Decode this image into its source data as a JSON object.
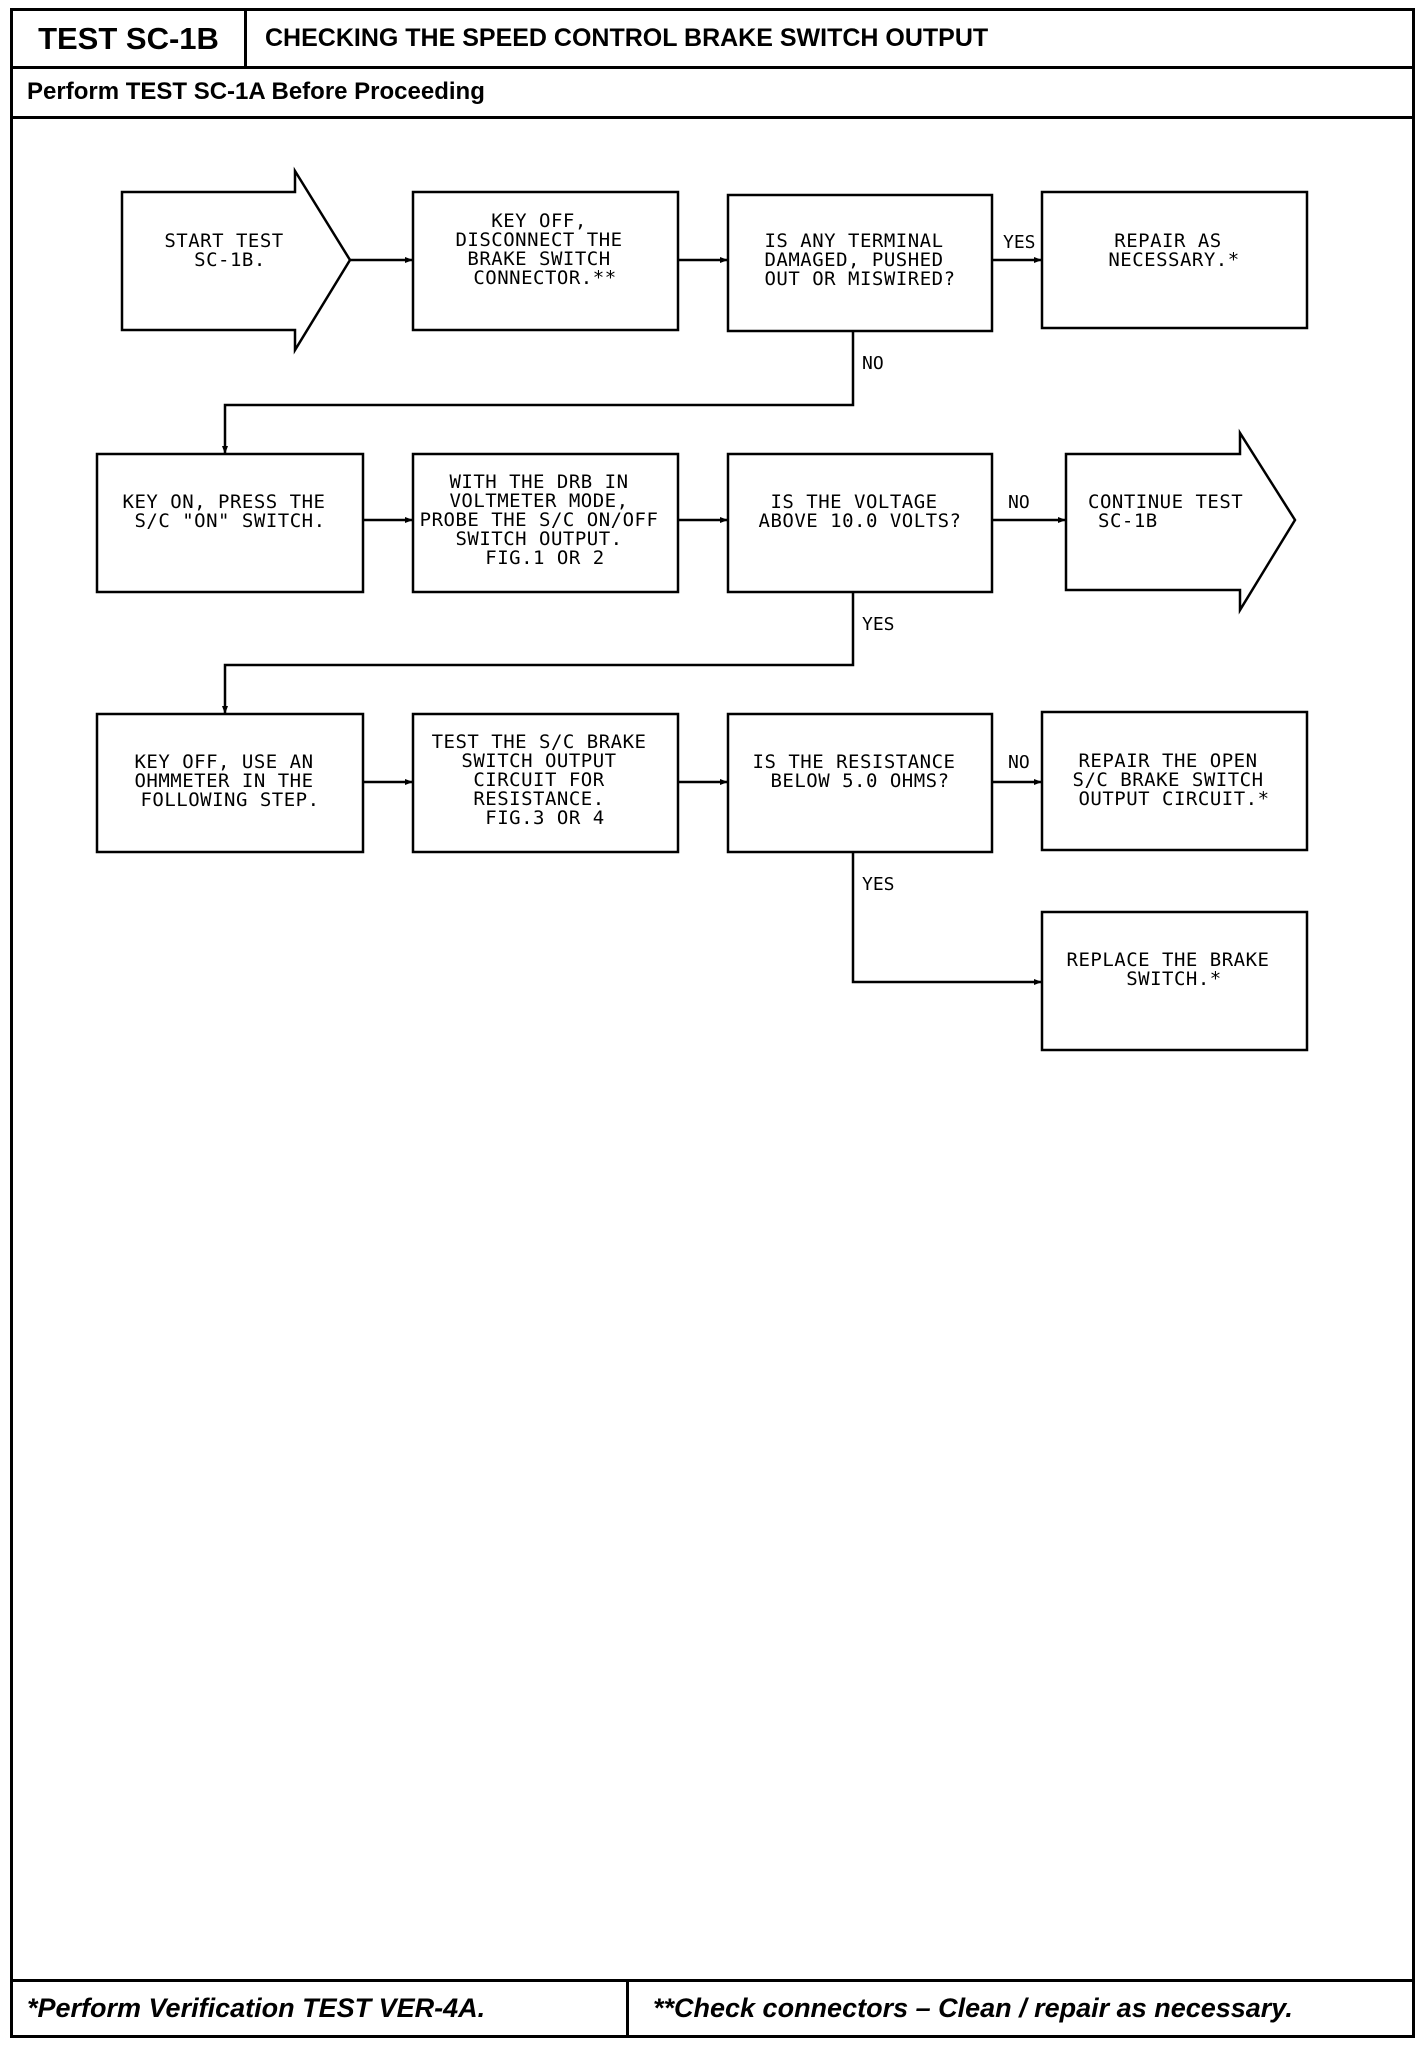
{
  "header": {
    "test_id": "TEST SC-1B",
    "title": "CHECKING THE SPEED CONTROL BRAKE SWITCH OUTPUT",
    "prerequisite": "Perform TEST SC-1A Before Proceeding"
  },
  "flowchart": {
    "start": [
      "START TEST",
      "SC-1B."
    ],
    "disconnect": [
      "KEY OFF,",
      "DISCONNECT THE",
      "BRAKE SWITCH",
      "CONNECTOR.**"
    ],
    "terminal_question": [
      "IS ANY TERMINAL",
      "DAMAGED, PUSHED",
      "OUT OR MISWIRED?"
    ],
    "repair": [
      "REPAIR AS",
      "NECESSARY.*"
    ],
    "key_on": [
      "KEY ON, PRESS THE",
      "S/C \"ON\" SWITCH."
    ],
    "probe": [
      "WITH THE DRB IN",
      "VOLTMETER MODE,",
      "PROBE THE S/C ON/OFF",
      "SWITCH OUTPUT.",
      "FIG.1 OR 2"
    ],
    "voltage_question": [
      "IS THE VOLTAGE",
      "ABOVE 10.0 VOLTS?"
    ],
    "continue": [
      "CONTINUE TEST",
      "SC-1B"
    ],
    "ohmmeter": [
      "KEY OFF, USE AN",
      "OHMMETER IN THE",
      "FOLLOWING STEP."
    ],
    "resistance_test": [
      "TEST THE S/C BRAKE",
      "SWITCH OUTPUT",
      "CIRCUIT FOR",
      "RESISTANCE.",
      "FIG.3 OR 4"
    ],
    "resistance_question": [
      "IS THE RESISTANCE",
      "BELOW 5.0 OHMS?"
    ],
    "repair_open": [
      "REPAIR THE OPEN",
      "S/C BRAKE SWITCH",
      "OUTPUT CIRCUIT.*"
    ],
    "replace": [
      "REPLACE THE BRAKE",
      "SWITCH.*"
    ],
    "labels": {
      "terminal_yes": "YES",
      "terminal_no": "NO",
      "voltage_no": "NO",
      "voltage_yes": "YES",
      "resistance_no": "NO",
      "resistance_yes": "YES"
    }
  },
  "footer": {
    "left_note": "*Perform Verification TEST VER-4A.",
    "right_note": "**Check connectors – Clean / repair as necessary."
  }
}
